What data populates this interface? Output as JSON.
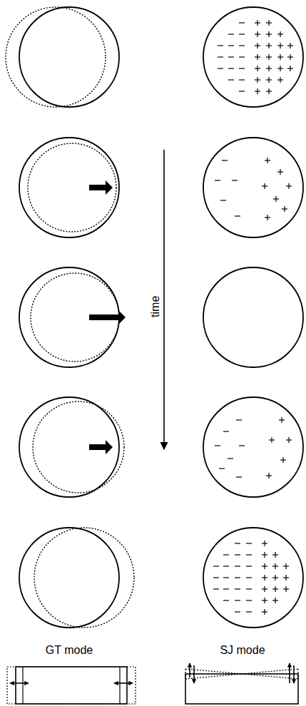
{
  "diagram": {
    "labels": [
      "time",
      "GT mode",
      "SJ mode"
    ]
  }
}
